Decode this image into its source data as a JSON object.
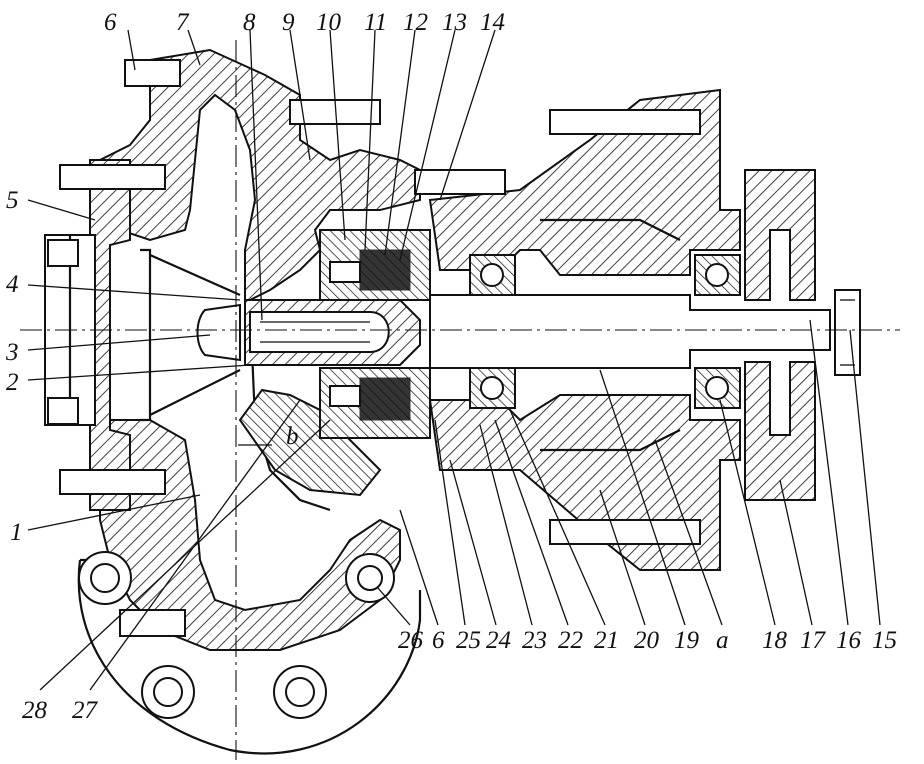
{
  "callouts": {
    "c1": "1",
    "c2": "2",
    "c3": "3",
    "c4": "4",
    "c5": "5",
    "c6_top": "6",
    "c7": "7",
    "c8": "8",
    "c9": "9",
    "c10": "10",
    "c11": "11",
    "c12": "12",
    "c13": "13",
    "c14": "14",
    "c15": "15",
    "c16": "16",
    "c17": "17",
    "c18": "18",
    "c19": "19",
    "c_a": "a",
    "c20": "20",
    "c21": "21",
    "c22": "22",
    "c23": "23",
    "c24": "24",
    "c25": "25",
    "c6_bottom": "6",
    "c26": "26",
    "c27": "27",
    "c28": "28",
    "c_b": "b"
  }
}
